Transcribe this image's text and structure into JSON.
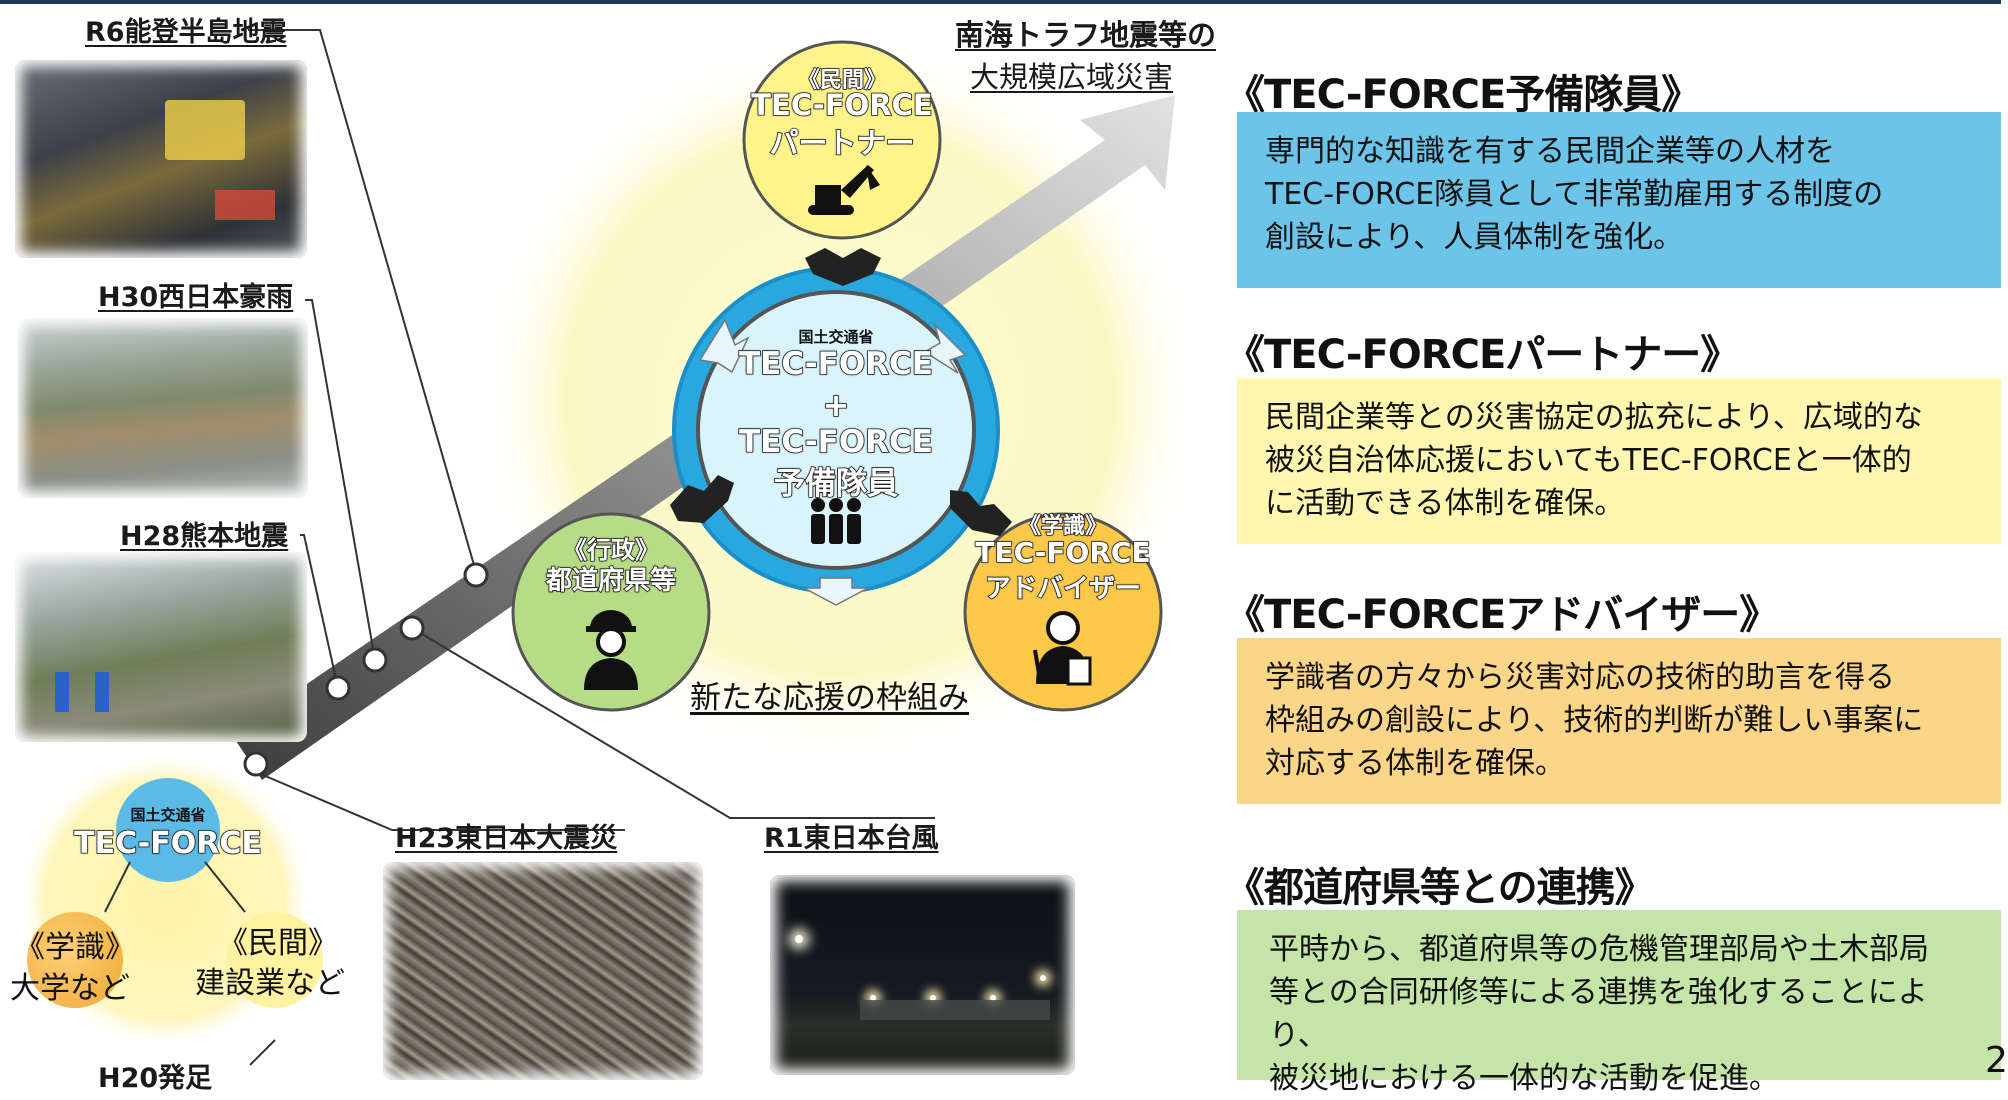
{
  "events": {
    "r6": "R6能登半島地震",
    "h30": "H30西日本豪雨",
    "h28": "H28熊本地震",
    "h23": "H23東日本大震災",
    "r1": "R1東日本台風",
    "h20": "H20発足"
  },
  "future": {
    "line1": "南海トラフ地震等の",
    "line2": "大規模広域災害"
  },
  "origin": {
    "ministry": "国土交通省",
    "name": "TEC-FORCE",
    "academia_tag": "《学識》",
    "academia_desc": "大学など",
    "private_tag": "《民間》",
    "private_desc": "建設業など"
  },
  "center": {
    "ministry": "国土交通省",
    "line1": "TEC-FORCE",
    "plus": "+",
    "line2": "TEC-FORCE",
    "line3": "予備隊員"
  },
  "partner_circle": {
    "tag": "《民間》",
    "line1": "TEC-FORCE",
    "line2": "パートナー"
  },
  "admin_circle": {
    "tag": "《行政》",
    "line1": "都道府県等"
  },
  "advisor_circle": {
    "tag": "《学識》",
    "line1": "TEC-FORCE",
    "line2": "アドバイザー"
  },
  "framework_label": "新たな応援の枠組み",
  "sections": [
    {
      "heading": "《TEC-FORCE予備隊員》",
      "lines": [
        "専門的な知識を有する民間企業等の人材を",
        "TEC-FORCE隊員として非常勤雇用する制度の",
        "創設により、人員体制を強化。"
      ],
      "color": "#6cc4e8"
    },
    {
      "heading": "《TEC-FORCEパートナー》",
      "lines": [
        "民間企業等との災害協定の拡充により、広域的な",
        "被災自治体応援においてもTEC-FORCEと一体的",
        "に活動できる体制を確保。"
      ],
      "color": "#fff7b0"
    },
    {
      "heading": "《TEC-FORCEアドバイザー》",
      "lines": [
        "学識者の方々から災害対応の技術的助言を得る",
        "枠組みの創設により、技術的判断が難しい事案に",
        "対応する体制を確保。"
      ],
      "color": "#fbd689"
    },
    {
      "heading": "《都道府県等との連携》",
      "lines": [
        "平時から、都道府県等の危機管理部局や土木部局",
        "等との合同研修等による連携を強化することにより、",
        "被災地における一体的な活動を促進。"
      ],
      "color": "#c5e4a8"
    }
  ],
  "page_number": "2",
  "icons": [
    "excavator-icon",
    "team-icon",
    "worker-helmet-icon",
    "scholar-icon",
    "handshake-icon",
    "cycle-arrow-icon"
  ]
}
